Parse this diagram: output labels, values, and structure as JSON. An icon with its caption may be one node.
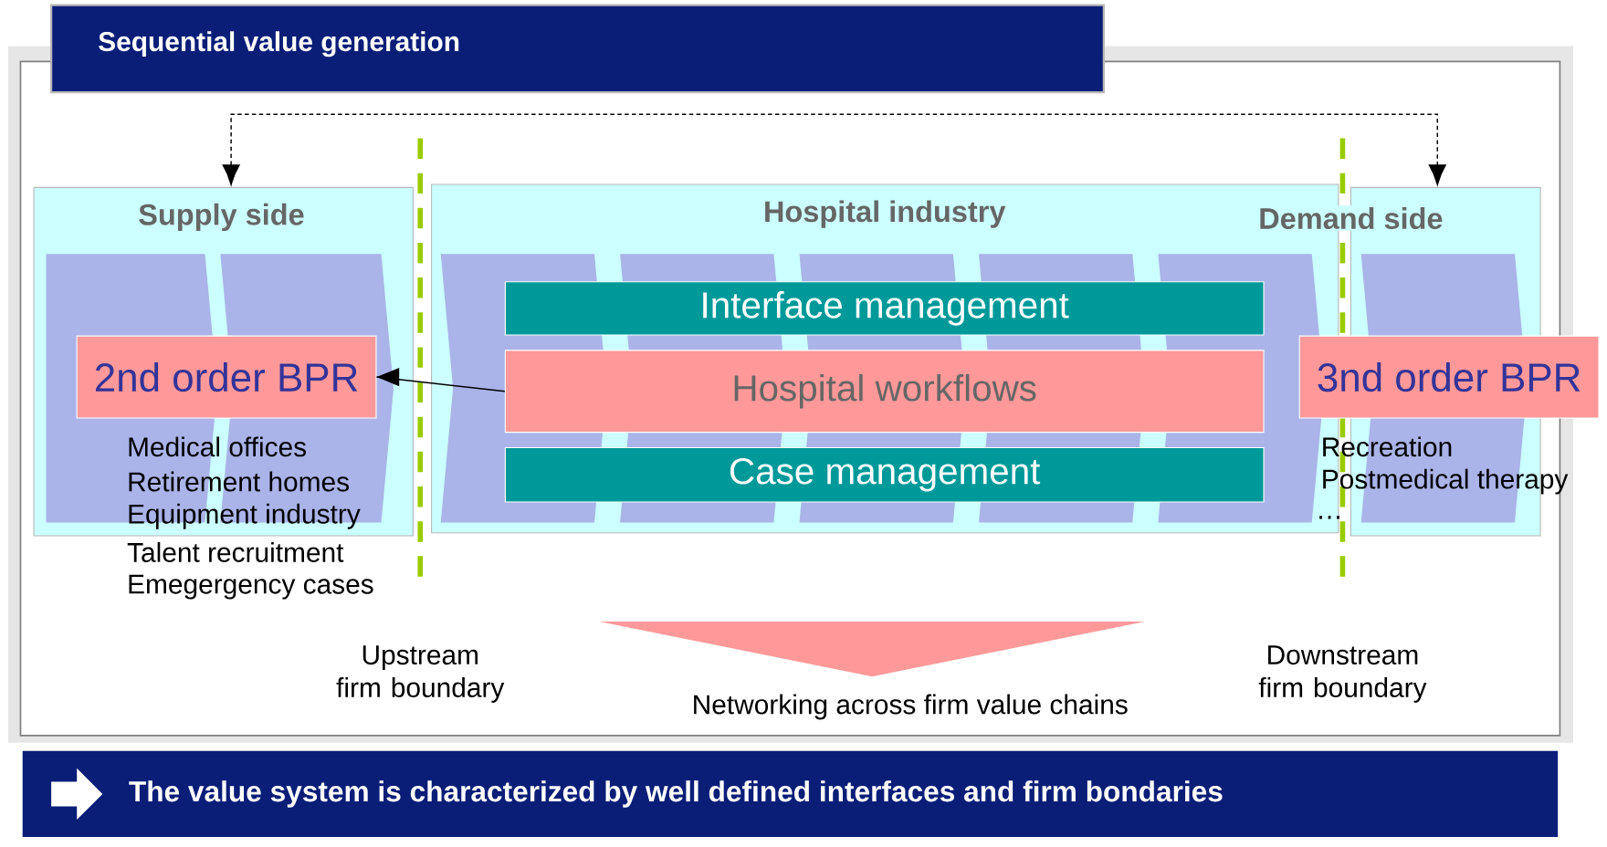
{
  "diagram": {
    "title": "Sequential value generation",
    "caption": "The value system is characterized by well defined interfaces and firm bondaries",
    "nodes": [
      {
        "text": [
          "Supply side"
        ]
      },
      {
        "text": [
          "2nd order BPR"
        ],
        "in": 0
      },
      {
        "text": [
          "Hospital industry"
        ]
      },
      {
        "text": [
          "Interface management"
        ],
        "in": 2
      },
      {
        "text": [
          "Hospital workflows"
        ],
        "in": 2
      },
      {
        "text": [
          "Case management"
        ],
        "in": 2
      },
      {
        "text": [
          "Demand side"
        ]
      },
      {
        "text": [
          "3nd order BPR"
        ]
      },
      {
        "text": [],
        "shape": "triangle",
        "beside": [
          "Networking across firm value chains"
        ]
      }
    ],
    "edges": [
      {
        "from": 4,
        "to": 1,
        "arrow": "to"
      },
      {
        "from": 0,
        "to": 6,
        "arrow": "both",
        "style": "dashed"
      }
    ],
    "labels": [
      "Medical offices",
      "Retirement homes",
      "Equipment industry",
      "Talent recruitment",
      "Emegergency cases",
      "Recreation",
      "Postmedical therapy",
      "…",
      "Upstream firm boundary",
      "Downstream firm boundary"
    ]
  }
}
